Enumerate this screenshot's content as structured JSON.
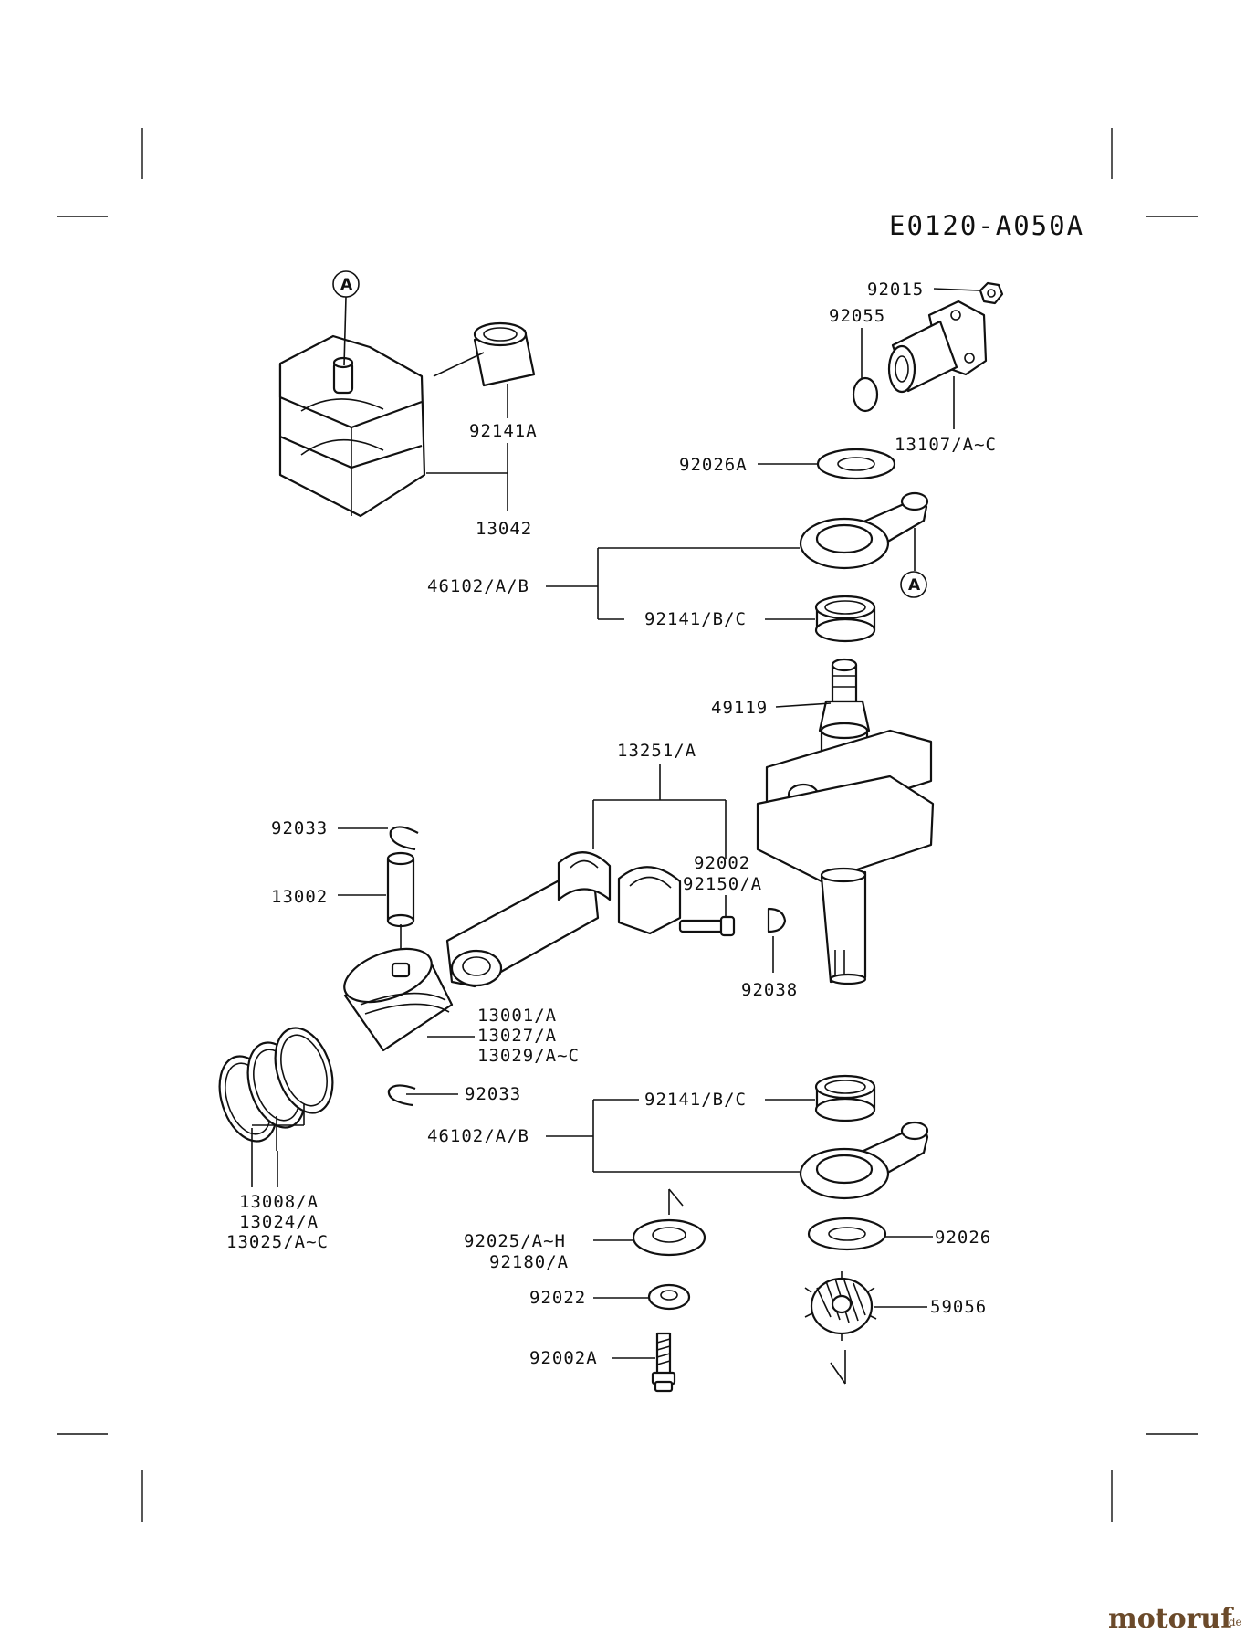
{
  "diagram": {
    "title": "E0120-A050A",
    "ref_marker": "A",
    "labels": {
      "l92015": "92015",
      "l92055": "92055",
      "l13107": "13107/A~C",
      "l92141A": "92141A",
      "l13042": "13042",
      "l92026A": "92026A",
      "l46102top": "46102/A/B",
      "l92141top": "92141/B/C",
      "l49119": "49119",
      "l13251": "13251/A",
      "l92033top": "92033",
      "l13002": "13002",
      "l92002": "92002",
      "l92150": "92150/A",
      "l92038": "92038",
      "l13001": "13001/A",
      "l13027": "13027/A",
      "l13029": "13029/A~C",
      "l92033bot": "92033",
      "l92141bot": "92141/B/C",
      "l46102bot": "46102/A/B",
      "l13008": "13008/A",
      "l13024": "13024/A",
      "l13025": "13025/A~C",
      "l92025": "92025/A~H",
      "l92180": "92180/A",
      "l92026": "92026",
      "l92022": "92022",
      "l59056": "59056",
      "l92002A": "92002A"
    }
  },
  "watermark": {
    "brand": "motoruf",
    "suffix": ".de"
  }
}
